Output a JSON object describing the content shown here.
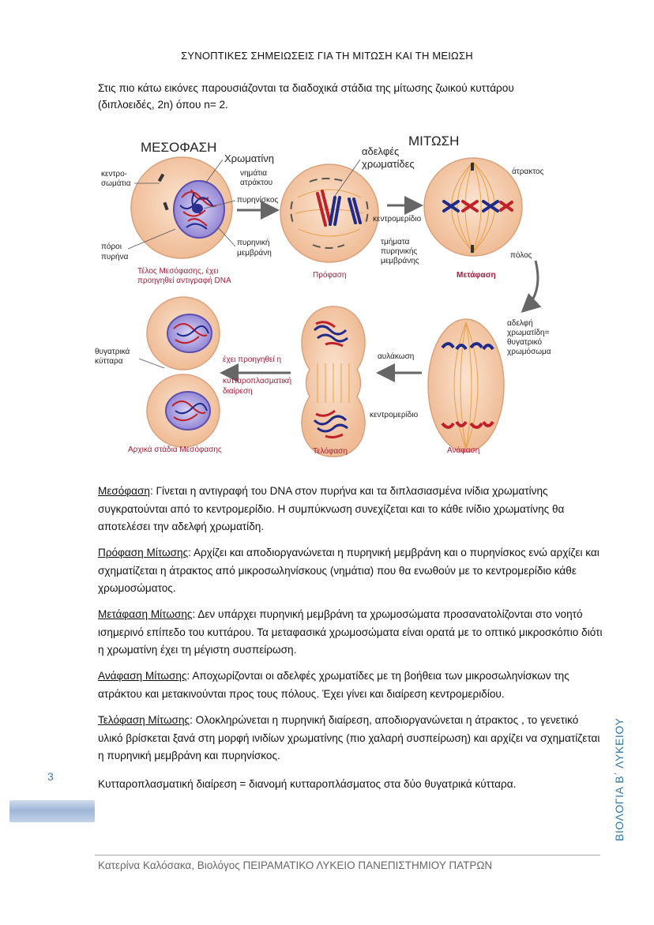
{
  "title": "ΣΥΝΟΠΤΙΚΕΣ ΣΗΜΕΙΩΣΕΙΣ ΓΙΑ ΤΗ ΜΙΤΩΣΗ ΚΑΙ ΤΗ  ΜΕΙΩΣΗ",
  "intro_line1": "Στις πιο κάτω  εικόνες  παρουσιάζονται  τα διαδοχικά στάδια της μίτωσης ζωικού κυττάρου",
  "intro_line2": "(διπλοειδές,  2n) όπου  n= 2.",
  "figure": {
    "heading_interphase": "ΜΕΣΟΦΑΣΗ",
    "heading_mitosis": "ΜΙΤΩΣΗ",
    "label_chromatin": "Χρωματίνη",
    "label_centrosomes_1": "κεντρο-",
    "label_centrosomes_2": "σωμάτια",
    "label_spindle_1": "νημάτια",
    "label_spindle_2": "ατράκτου",
    "label_nucleolus": "πυρηνίσκος",
    "label_pores_1": "πόροι",
    "label_pores_2": "πυρήνα",
    "label_membrane_1": "πυρηνική",
    "label_membrane_2": "μεμβράνη",
    "caption_interphase_end_1": "Τέλος Μεσόφασης, έχει",
    "caption_interphase_end_2": "προηγηθεί αντιγραφή DNA",
    "label_sister_1": "αδελφές",
    "label_sister_2": "χρωματίδες",
    "label_centromere": "κεντρομερίδιο",
    "label_fragments_1": "τμήματα",
    "label_fragments_2": "πυρηνικής",
    "label_fragments_3": "μεμβράνης",
    "caption_prophase": "Πρόφαση",
    "label_spindle": "άτρακτος",
    "label_pole": "πόλος",
    "caption_metaphase": "Μετάφαση",
    "label_daughter_chrom_1": "αδελφή",
    "label_daughter_chrom_2": "χρωματίδη=",
    "label_daughter_chrom_3": "θυγατρικό",
    "label_daughter_chrom_4": "χρωμόσωμα",
    "caption_anaphase": "Ανάφαση",
    "label_furrow": "αυλάκωση",
    "label_centromere_2": "κεντρομερίδιο",
    "caption_telophase": "Τελόφαση",
    "label_daughter_cells_1": "θυγατρικά",
    "label_daughter_cells_2": "κύτταρα",
    "label_cytokinesis_1": "έχει προηγηθεί η",
    "label_cytokinesis_2": "κυτταροπλασματική",
    "label_cytokinesis_3": "διαίρεση",
    "caption_early_interphase": "Αρχικά στάδια Μεσόφασης"
  },
  "paragraphs": [
    {
      "term": "Μεσόφαση",
      "text": ": Γίνεται η αντιγραφή του DNA στον πυρήνα  και τα διπλασιασμένα ινίδια χρωματίνης συγκρατούνται από το κεντρομερίδιο. Η συμπύκνωση  συνεχίζεται και το κάθε ινίδιο χρωματίνης  θα αποτελέσει την αδελφή χρωματίδη."
    },
    {
      "term": "Πρόφαση Μίτωσης",
      "text": ":  Αρχίζει και αποδιοργανώνεται η πυρηνική μεμβράνη και  ο πυρηνίσκος ενώ αρχίζει και σχηματίζεται η άτρακτος από μικροσωληνίσκους (νημάτια)  που θα ενωθούν με το κεντρομερίδιο κάθε χρωμοσώματος."
    },
    {
      "term": "Μετάφαση Μίτωσης",
      "text": ": Δεν υπάρχει πυρηνική μεμβράνη τα χρωμοσώματα προσανατολίζονται  στο νοητό  ισημερινό επίπεδο του κυττάρου.  Τα μεταφασικά χρωμοσώματα είναι ορατά με το οπτικό μικροσκόπιο διότι  η χρωματίνη έχει τη μέγιστη συσπείρωση."
    },
    {
      "term": "Ανάφαση Μίτωσης",
      "text": ": Αποχωρίζονται οι αδελφές χρωματίδες με τη βοήθεια των μικροσωληνίσκων της ατράκτου και μετακινούνται προς τους πόλους.  Έχει γίνει και διαίρεση κεντρομεριδίου."
    },
    {
      "term": "Τελόφαση Μίτωσης",
      "text": ": Ολοκληρώνεται η πυρηνική διαίρεση,  αποδιοργανώνεται η άτρακτος ,  το γενετικό υλικό βρίσκεται ξανά στη μορφή ινιδίων χρωματίνης (πιο χαλαρή συσπείρωση) και αρχίζει να σχηματίζεται η πυρηνική μεμβράνη και πυρηνίσκος."
    },
    {
      "term": "",
      "text": "Κυτταροπλασματική διαίρεση = διανομή κυτταροπλάσματος στα δύο θυγατρικά κύτταρα."
    }
  ],
  "page_number": "3",
  "side_label": "ΒΙΟΛΟΓΙΑ  Β΄  ΛΥΚΕΙΟΥ",
  "footer": "Κατερίνα Καλόσακα, Βιολόγος ΠΕΙΡΑΜΑΤΙΚΟ ΛΥΚΕΙΟ ΠΑΝΕΠΙΣΤΗΜΙΟΥ  ΠΑΤΡΩΝ",
  "colors": {
    "cell": "#f2c6a3",
    "cell_edge": "#d9a27d",
    "nucleus": "#9a8fd6",
    "chromosome_red": "#c0202a",
    "chromosome_blue": "#1f2a8a",
    "caption_red": "#a31c3a",
    "side_blue": "#2f79a8"
  }
}
